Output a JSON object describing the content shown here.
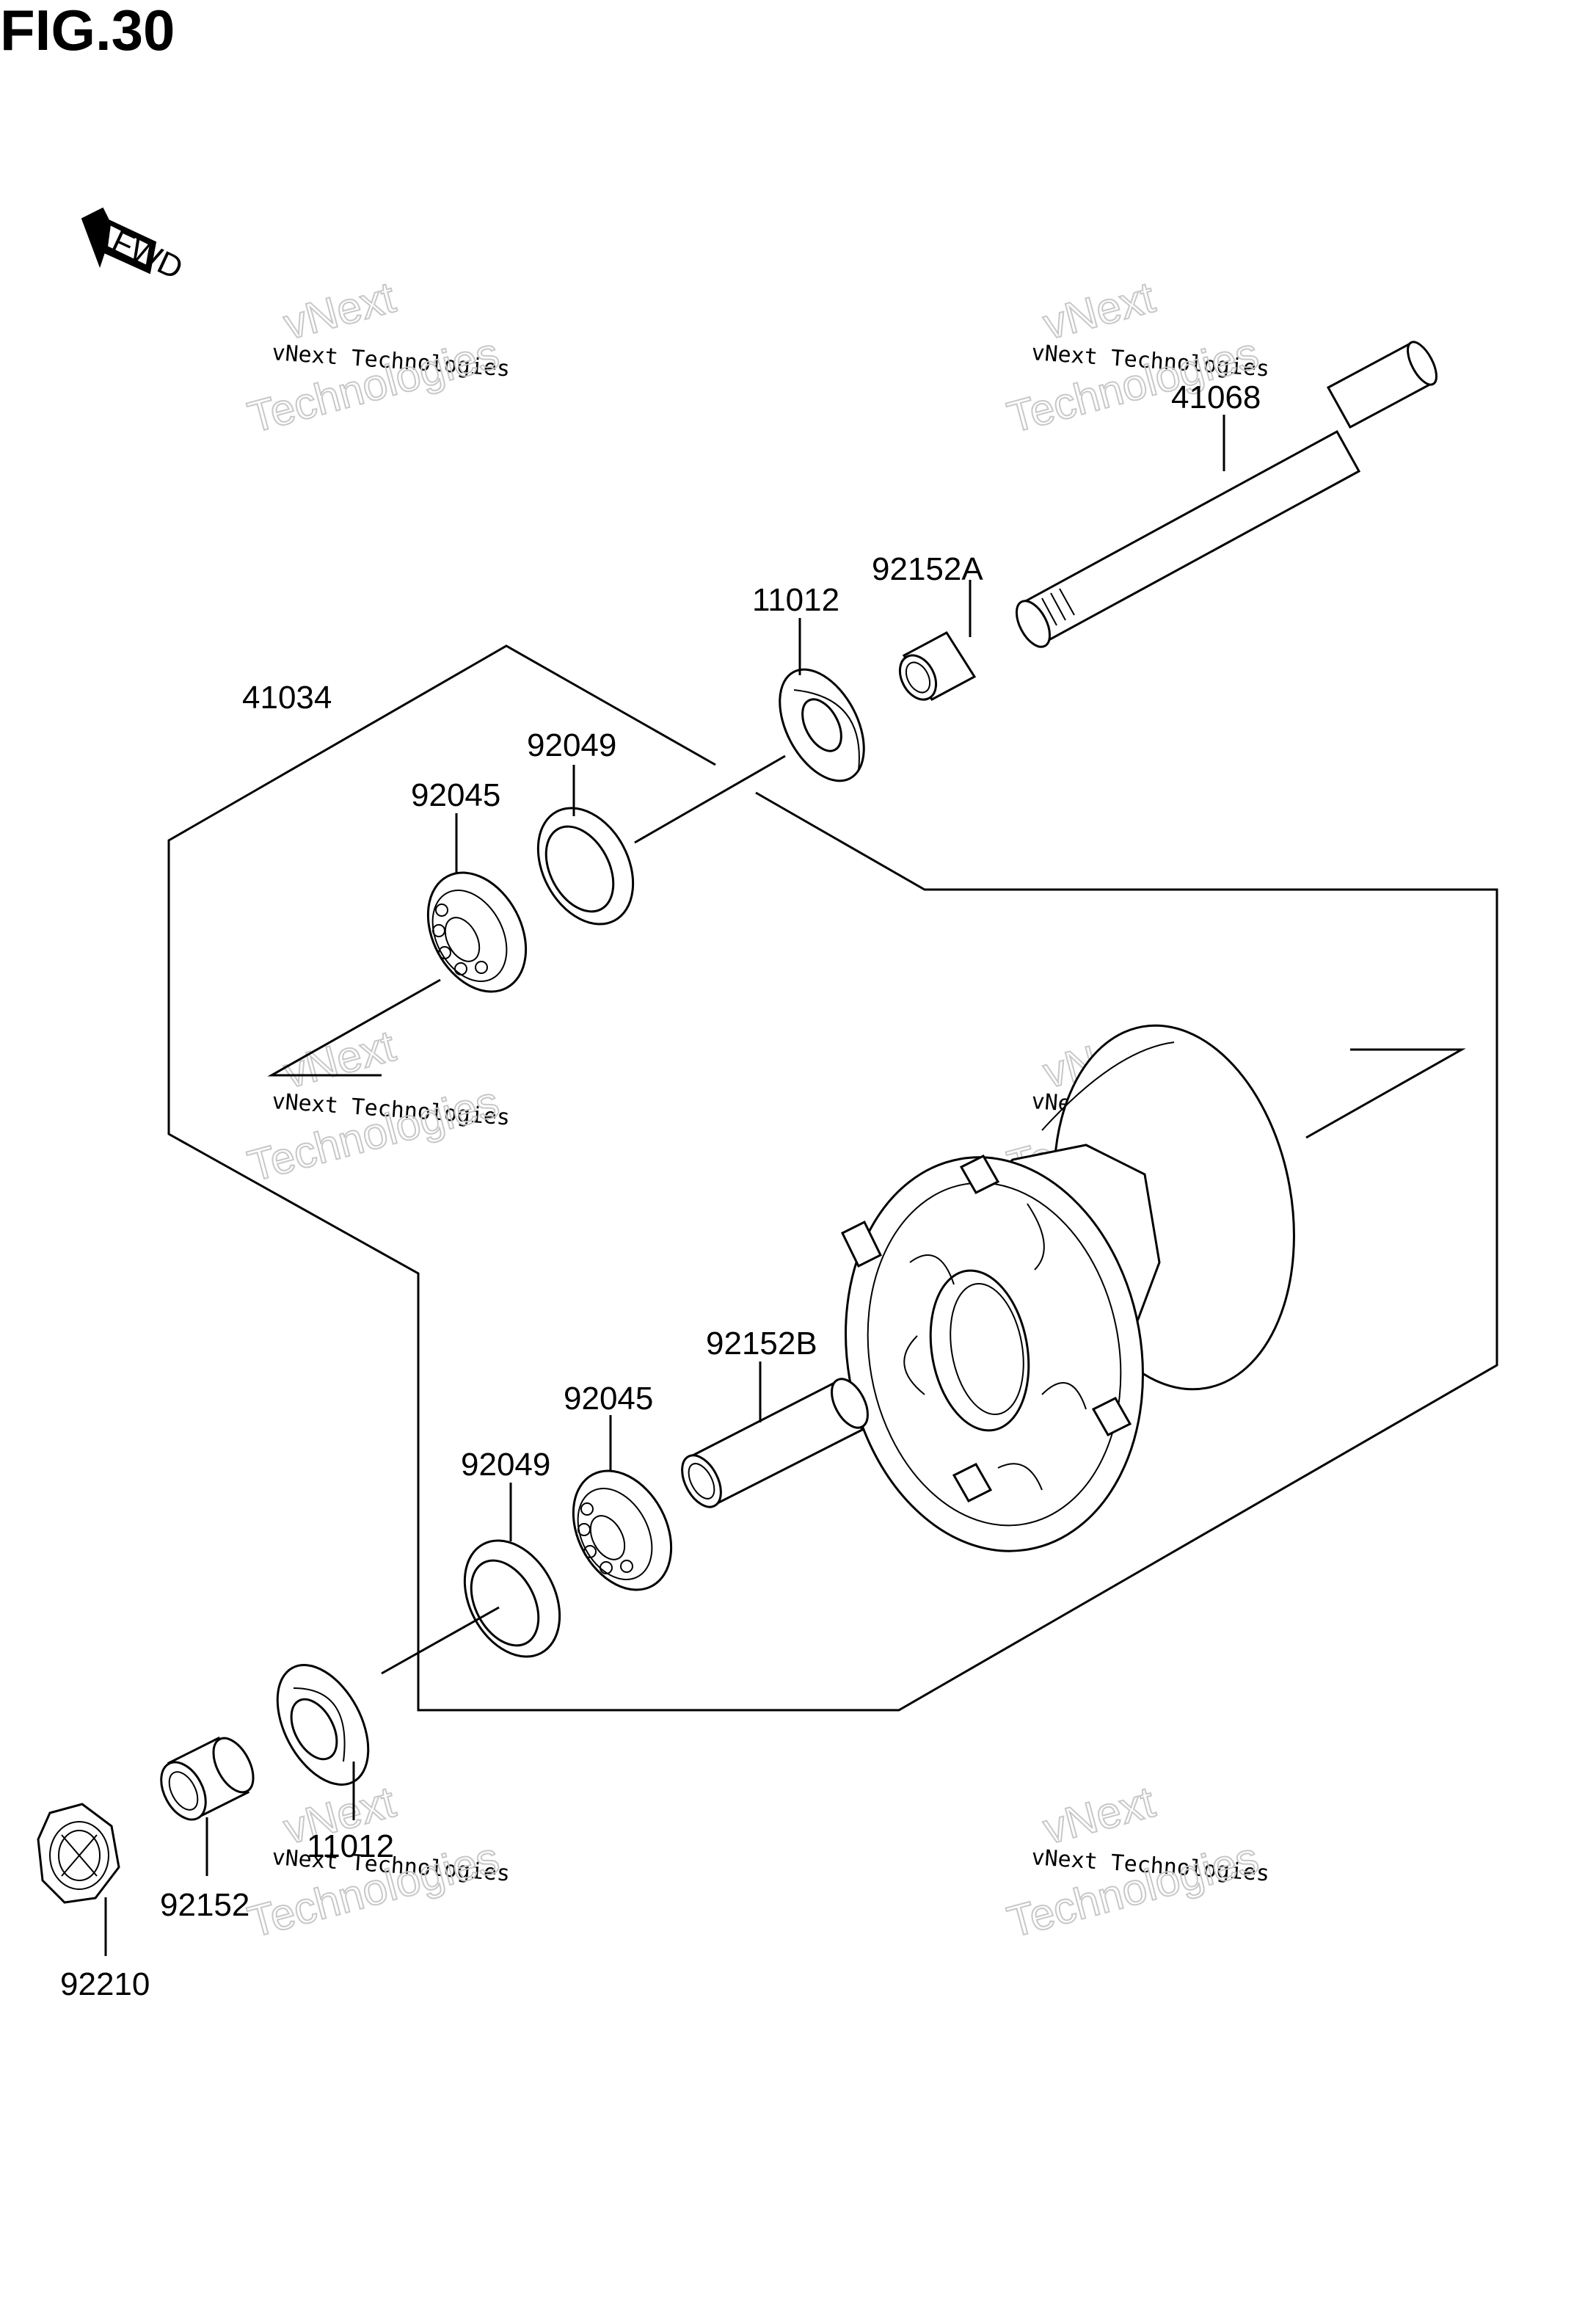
{
  "figure": {
    "title": "FIG.30"
  },
  "direction_arrow": {
    "label": "FWD",
    "icon": "fwd-arrow-icon"
  },
  "watermark": {
    "line1": "vNext",
    "line2": "vNext Technologies",
    "line3": "Technologies"
  },
  "parts": {
    "p41068": "41068",
    "p41034": "41034",
    "p11012_top": "11012",
    "p92152A": "92152A",
    "p92049_top": "92049",
    "p92045_top": "92045",
    "p92152B": "92152B",
    "p92045_bottom": "92045",
    "p92049_bottom": "92049",
    "p11012_bottom": "11012",
    "p92152": "92152",
    "p92210": "92210"
  }
}
